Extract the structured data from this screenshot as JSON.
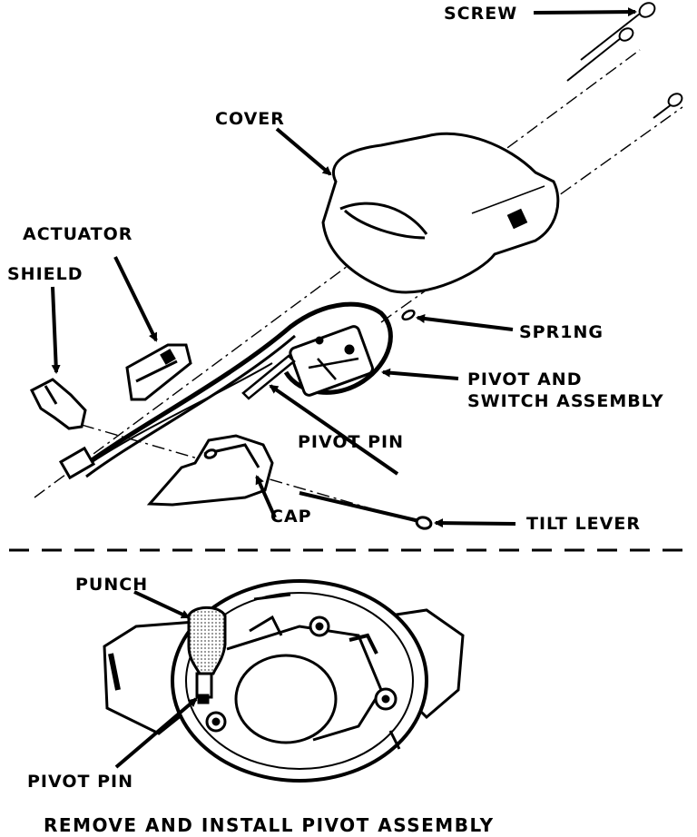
{
  "labels": {
    "screw": "SCREW",
    "cover": "COVER",
    "actuator": "ACTUATOR",
    "shield": "SHIELD",
    "spring": "SPR1NG",
    "pivot_switch_line1": "PIVOT AND",
    "pivot_switch_line2": "SWITCH ASSEMBLY",
    "pivot_pin_top": "PIVOT PIN",
    "cap": "CAP",
    "tilt_lever": "TILT LEVER",
    "punch": "PUNCH",
    "pivot_pin_bottom": "PIVOT PIN"
  },
  "caption": "REMOVE AND INSTALL PIVOT ASSEMBLY",
  "colors": {
    "ink": "#000000",
    "paper": "#ffffff",
    "punch_fill": "#c8c8c8"
  }
}
